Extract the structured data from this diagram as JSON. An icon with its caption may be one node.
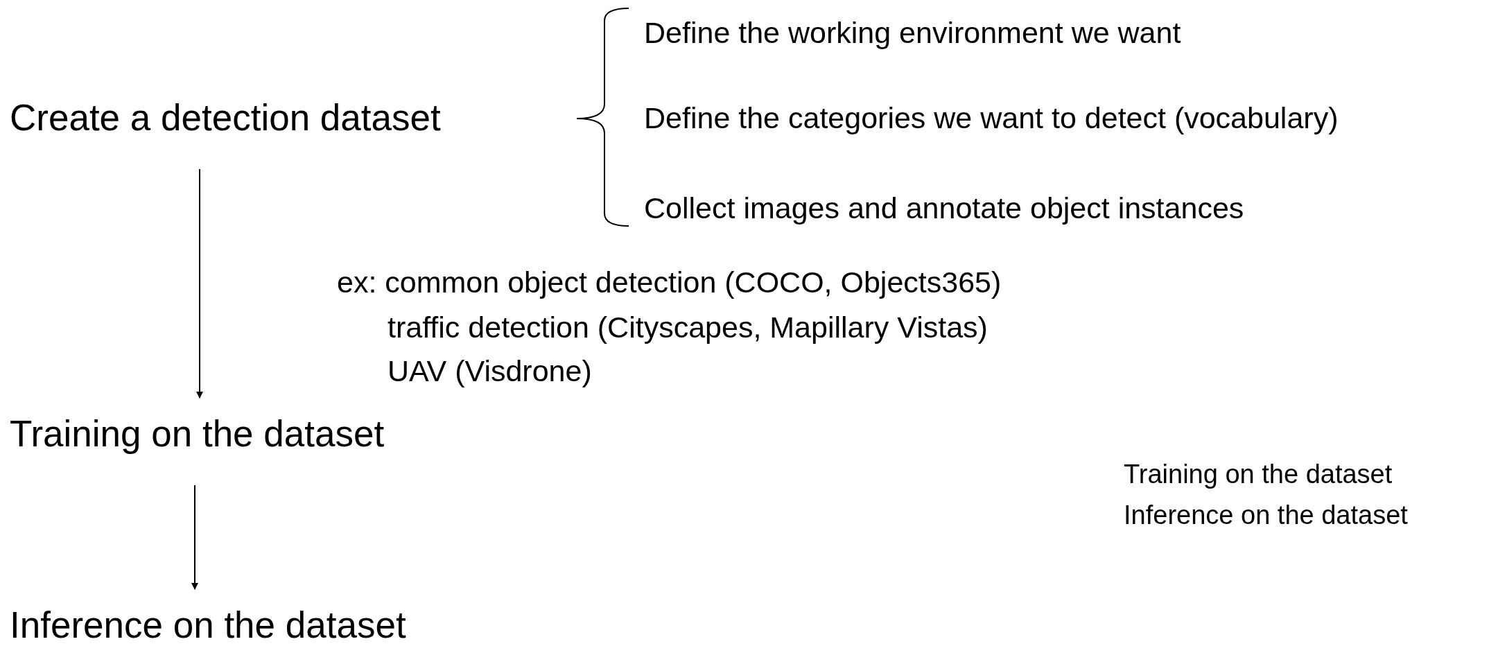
{
  "diagram": {
    "nodes": [
      {
        "text": [
          "Create a detection dataset"
        ]
      },
      {
        "text": [
          "Training on the dataset"
        ]
      },
      {
        "text": [
          "Inference on the dataset"
        ]
      }
    ],
    "edges": [
      {
        "from": 0,
        "to": 1,
        "arrow": "to"
      },
      {
        "from": 1,
        "to": 2,
        "arrow": "to"
      }
    ],
    "labels": [
      "Define the working environment we want",
      "Define the categories we want to detect (vocabulary)",
      "Collect images and annotate object instances",
      "ex: common object detection (COCO, Objects365)",
      "traffic detection (Cityscapes, Mapillary Vistas)",
      "UAV (Visdrone)",
      "Training on the dataset",
      "Inference on the dataset"
    ]
  }
}
